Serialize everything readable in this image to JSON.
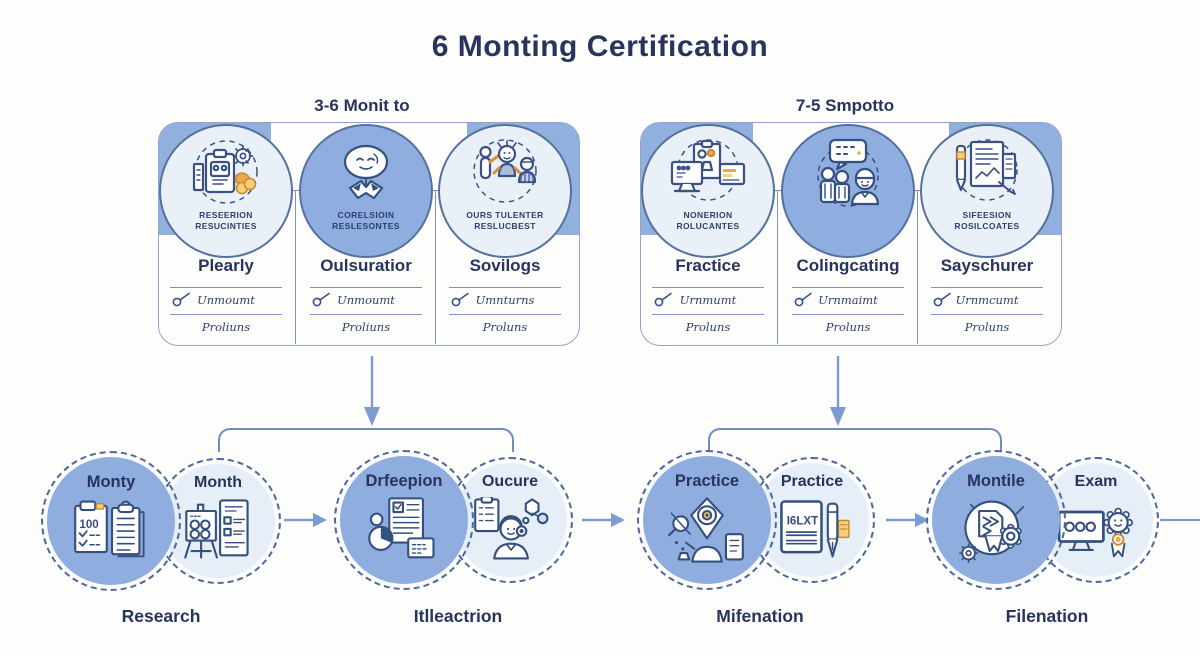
{
  "title": "6 Monting Certification",
  "groups": [
    {
      "header": "3-6 Monit to",
      "columns": [
        {
          "caption1": "RESEERION",
          "caption2": "RESUCINTIES",
          "title": "Plearly",
          "check_item": "Unmoumt",
          "sub_item": "Proliuns"
        },
        {
          "caption1": "CORELSIOIN",
          "caption2": "RESLESONTES",
          "title": "Oulsuratior",
          "check_item": "Unmoumt",
          "sub_item": "Proliuns"
        },
        {
          "caption1": "OURS TULENTER",
          "caption2": "RESLUCBEST",
          "title": "Sovilogs",
          "check_item": "Umnturns",
          "sub_item": "Proluns"
        }
      ]
    },
    {
      "header": "7-5 Smpotto",
      "columns": [
        {
          "caption1": "NONERION",
          "caption2": "ROLUCANTES",
          "title": "Fractice",
          "check_item": "Urnmumt",
          "sub_item": "Proluns"
        },
        {
          "caption1": "",
          "caption2": "",
          "title": "Colingcating",
          "check_item": "Urnmaimt",
          "sub_item": "Proluns"
        },
        {
          "caption1": "SIFEESION",
          "caption2": "ROSILCOATES",
          "title": "Sayschurer",
          "check_item": "Urnmcumt",
          "sub_item": "Proluns"
        }
      ]
    }
  ],
  "flow": [
    {
      "blue_title": "Monty",
      "light_title": "Month",
      "label": "Research"
    },
    {
      "blue_title": "Drfeepion",
      "light_title": "Oucure",
      "label": "Itlleactrion"
    },
    {
      "blue_title": "Practice",
      "light_title": "Practice",
      "label": "Mifenation"
    },
    {
      "blue_title": "Montile",
      "light_title": "Exam",
      "label": "Filenation"
    }
  ],
  "icon_texts": {
    "monty_score": "100",
    "practice_doc": "I6LXT"
  },
  "colors": {
    "accent_blue": "#8fadde",
    "light_blue": "#e9f0f8",
    "navy": "#2b3a66",
    "line": "#8093c0",
    "arrow": "#7b9bd2",
    "orange": "#eda84c"
  }
}
